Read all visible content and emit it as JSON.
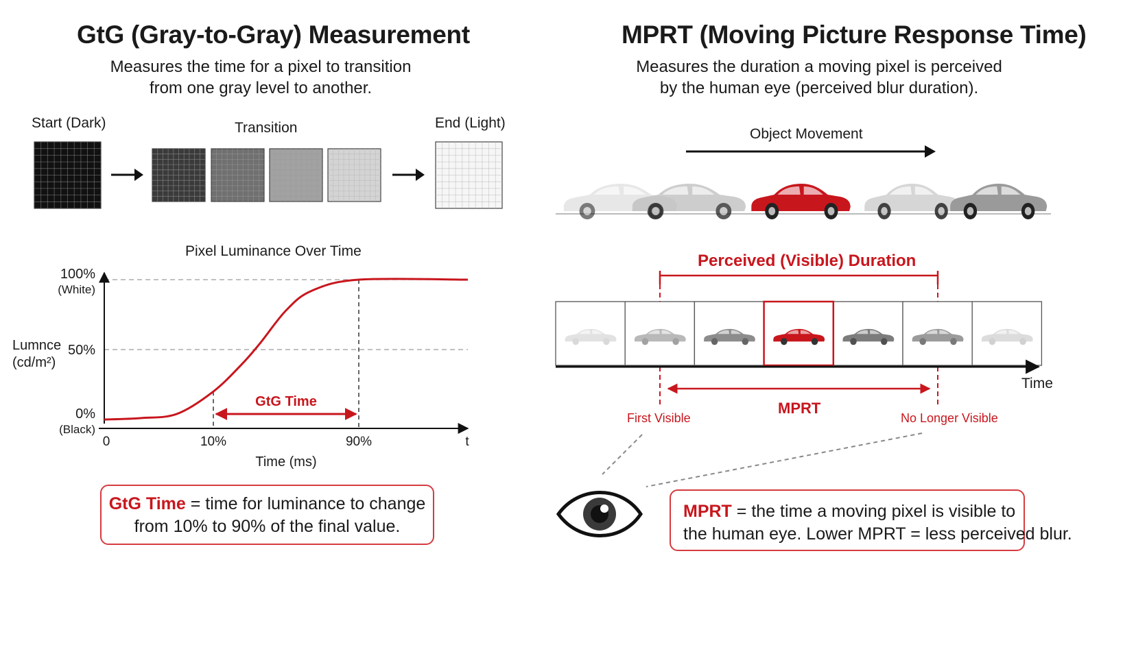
{
  "left": {
    "title": "GtG (Gray-to-Gray) Measurement",
    "subtitle_1": "Measures the time for a pixel to transition",
    "subtitle_2": "from one gray level to another.",
    "start_label": "Start (Dark)",
    "transition_label": "Transition",
    "end_label": "End (Light)",
    "swatch_colors": [
      "#111111",
      "#3a3a3a",
      "#707070",
      "#a2a2a2",
      "#d4d4d4",
      "#f6f6f6"
    ],
    "chart_data": {
      "type": "line",
      "title": "Pixel Luminance Over Time",
      "xlabel": "Time (ms)",
      "ylabel": "Lumnce (cd/m²)",
      "ylabel_line1": "Lumnce",
      "ylabel_line2": "(cd/m²)",
      "ylim": [
        0,
        100
      ],
      "x_ticks": [
        "0",
        "10%",
        "90%",
        "t"
      ],
      "y_ticks": [
        {
          "value": 100,
          "label": "100%",
          "sublabel": "(White)"
        },
        {
          "value": 50,
          "label": "50%",
          "sublabel": ""
        },
        {
          "value": 0,
          "label": "0%",
          "sublabel": "(Black)"
        }
      ],
      "gridlines_y": [
        100,
        50
      ],
      "series": [
        {
          "values": [
            {
              "t": 0.0,
              "y": 0
            },
            {
              "t": 0.1,
              "y": 1
            },
            {
              "t": 0.2,
              "y": 4
            },
            {
              "t": 0.3,
              "y": 20
            },
            {
              "t": 0.38,
              "y": 40
            },
            {
              "t": 0.43,
              "y": 55
            },
            {
              "t": 0.5,
              "y": 78
            },
            {
              "t": 0.57,
              "y": 92
            },
            {
              "t": 0.7,
              "y": 100
            },
            {
              "t": 1.0,
              "y": 100
            }
          ]
        }
      ],
      "markers": [
        {
          "label": "10%",
          "t": 0.3
        },
        {
          "label": "90%",
          "t": 0.7
        }
      ],
      "annotation": "GtG Time",
      "line_color": "#c8161d"
    },
    "callout_bold": "GtG Time",
    "callout_rest": " = time for luminance to change",
    "callout_line2": "from 10% to 90% of the final value."
  },
  "right": {
    "title": "MPRT (Moving Picture Response Time)",
    "subtitle_1": "Measures the duration a moving pixel is perceived",
    "subtitle_2": "by the human eye (perceived blur duration).",
    "movement_label": "Object Movement",
    "duration_label": "Perceived (Visible) Duration",
    "time_label": "Time",
    "mprt_label": "MPRT",
    "first_visible": "First Visible",
    "no_longer_visible": "No Longer Visible",
    "frame_opacities": [
      0.18,
      0.45,
      0.75,
      1.0,
      0.85,
      0.65,
      0.22
    ],
    "highlight_frame": 3,
    "accent_color": "#c8161d",
    "callout_bold": "MPRT",
    "callout_rest": " = the time a moving pixel is visible to",
    "callout_line2": "the human eye. Lower MPRT = less perceived blur."
  }
}
